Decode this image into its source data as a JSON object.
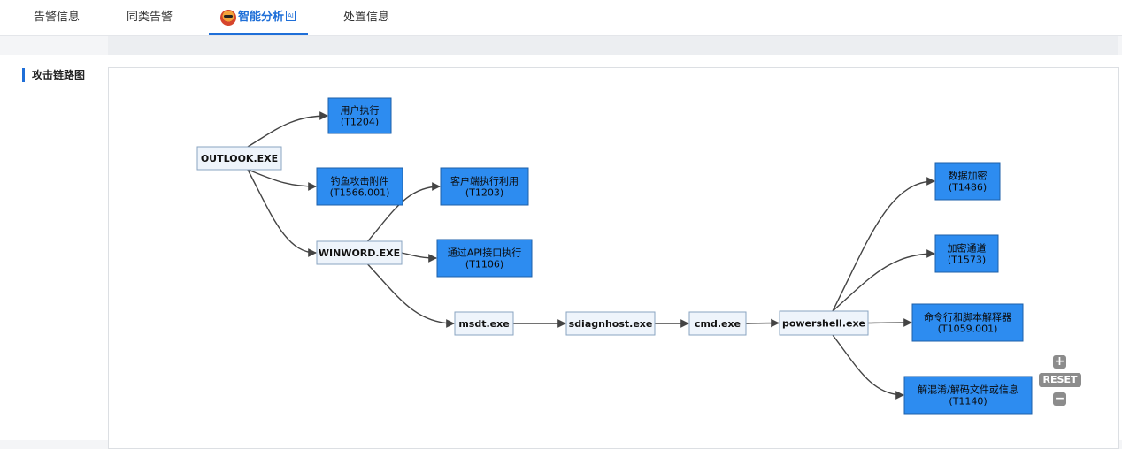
{
  "tabs": [
    {
      "label": "告警信息"
    },
    {
      "label": "同类告警"
    },
    {
      "label": "智能分析"
    },
    {
      "label": "处置信息"
    }
  ],
  "ai_badge": "AI",
  "section": {
    "title": "攻击链路图"
  },
  "colors": {
    "accent": "#1f6fd8",
    "technique_fill": "#2d8cf0",
    "process_fill": "#eef4fb"
  },
  "graph": {
    "nodes": [
      {
        "id": "outlook",
        "kind": "process",
        "lines": [
          "OUTLOOK.EXE"
        ]
      },
      {
        "id": "t1204",
        "kind": "technique",
        "lines": [
          "用户执行",
          "(T1204)"
        ]
      },
      {
        "id": "t1566",
        "kind": "technique",
        "lines": [
          "钓鱼攻击附件",
          "(T1566.001)"
        ]
      },
      {
        "id": "winword",
        "kind": "process",
        "lines": [
          "WINWORD.EXE"
        ]
      },
      {
        "id": "t1203",
        "kind": "technique",
        "lines": [
          "客户端执行利用",
          "(T1203)"
        ]
      },
      {
        "id": "t1106",
        "kind": "technique",
        "lines": [
          "通过API接口执行",
          "(T1106)"
        ]
      },
      {
        "id": "msdt",
        "kind": "process",
        "lines": [
          "msdt.exe"
        ]
      },
      {
        "id": "sdiag",
        "kind": "process",
        "lines": [
          "sdiagnhost.exe"
        ]
      },
      {
        "id": "cmd",
        "kind": "process",
        "lines": [
          "cmd.exe"
        ]
      },
      {
        "id": "ps",
        "kind": "process",
        "lines": [
          "powershell.exe"
        ]
      },
      {
        "id": "t1486",
        "kind": "technique",
        "lines": [
          "数据加密",
          "(T1486)"
        ]
      },
      {
        "id": "t1573",
        "kind": "technique",
        "lines": [
          "加密通道",
          "(T1573)"
        ]
      },
      {
        "id": "t1059",
        "kind": "technique",
        "lines": [
          "命令行和脚本解释器",
          "(T1059.001)"
        ]
      },
      {
        "id": "t1140",
        "kind": "technique",
        "lines": [
          "解混淆/解码文件或信息",
          "(T1140)"
        ]
      }
    ],
    "edges": [
      {
        "from": "outlook",
        "to": "t1204"
      },
      {
        "from": "outlook",
        "to": "t1566"
      },
      {
        "from": "outlook",
        "to": "winword"
      },
      {
        "from": "winword",
        "to": "t1203"
      },
      {
        "from": "winword",
        "to": "t1106"
      },
      {
        "from": "winword",
        "to": "msdt"
      },
      {
        "from": "msdt",
        "to": "sdiag"
      },
      {
        "from": "sdiag",
        "to": "cmd"
      },
      {
        "from": "cmd",
        "to": "ps"
      },
      {
        "from": "ps",
        "to": "t1486"
      },
      {
        "from": "ps",
        "to": "t1573"
      },
      {
        "from": "ps",
        "to": "t1059"
      },
      {
        "from": "ps",
        "to": "t1140"
      }
    ]
  },
  "controls": {
    "zoom_in": "+",
    "reset": "RESET",
    "zoom_out": "−"
  }
}
